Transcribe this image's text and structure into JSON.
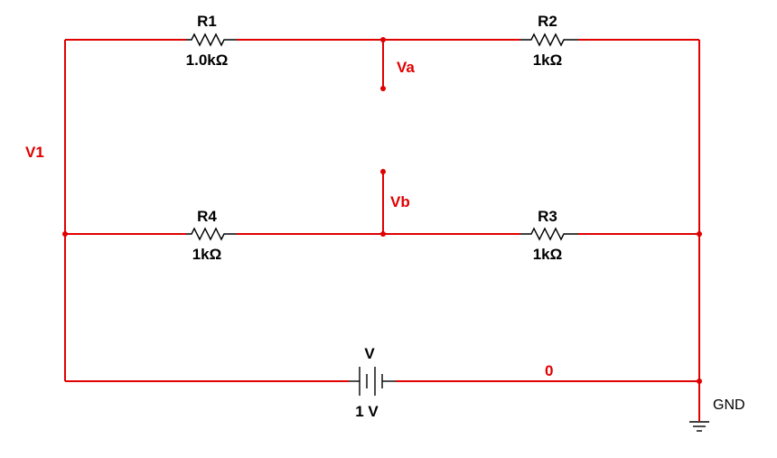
{
  "colors": {
    "wire": "#e00000",
    "component": "#000000",
    "background": "#ffffff"
  },
  "components": {
    "r1": {
      "ref": "R1",
      "value": "1.0kΩ"
    },
    "r2": {
      "ref": "R2",
      "value": "1kΩ"
    },
    "r3": {
      "ref": "R3",
      "value": "1kΩ"
    },
    "r4": {
      "ref": "R4",
      "value": "1kΩ"
    },
    "battery": {
      "ref": "V",
      "value": "1 V"
    }
  },
  "nets": {
    "v1": "V1",
    "va": "Va",
    "vb": "Vb",
    "zero": "0"
  },
  "ground": {
    "label": "GND",
    "icon": "ground-icon"
  }
}
